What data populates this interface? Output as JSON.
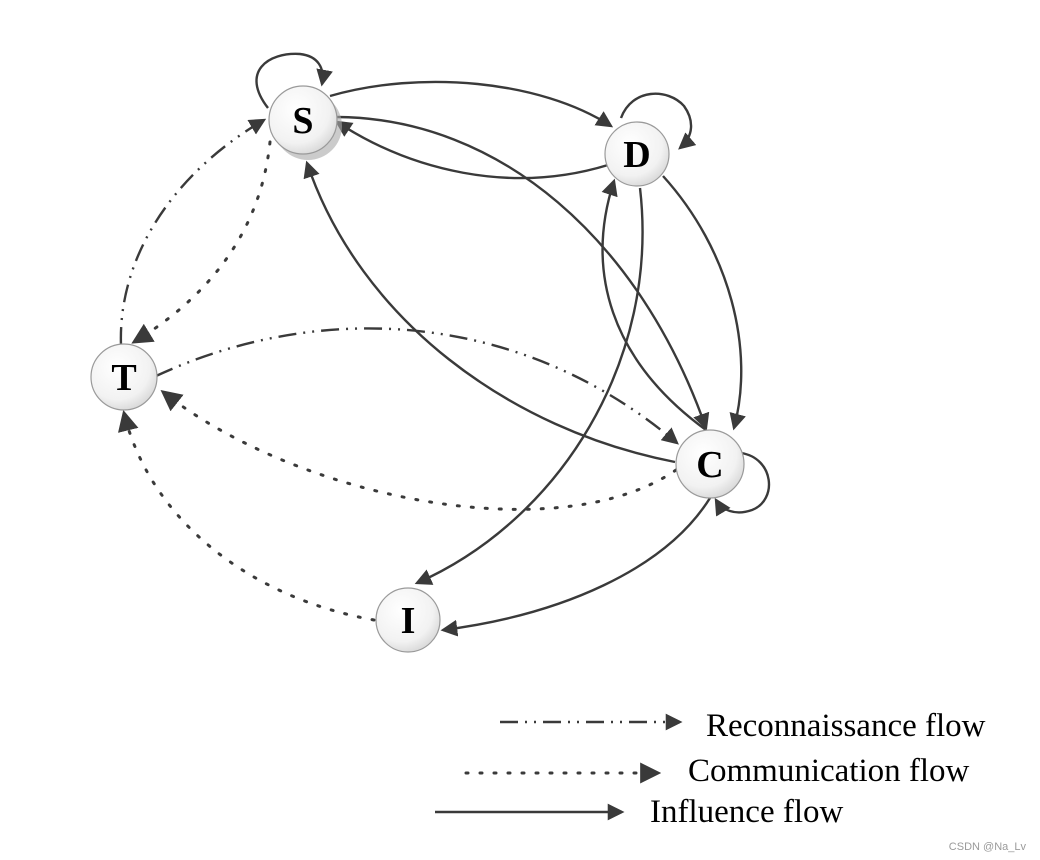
{
  "nodes": [
    {
      "id": "S",
      "label": "S"
    },
    {
      "id": "D",
      "label": "D"
    },
    {
      "id": "T",
      "label": "T"
    },
    {
      "id": "C",
      "label": "C"
    },
    {
      "id": "I",
      "label": "I"
    }
  ],
  "edges": [
    {
      "from": "S",
      "to": "D",
      "flow": "influence"
    },
    {
      "from": "D",
      "to": "S",
      "flow": "influence"
    },
    {
      "from": "S",
      "to": "C",
      "flow": "influence"
    },
    {
      "from": "C",
      "to": "S",
      "flow": "influence"
    },
    {
      "from": "D",
      "to": "C",
      "flow": "influence"
    },
    {
      "from": "C",
      "to": "D",
      "flow": "influence"
    },
    {
      "from": "D",
      "to": "I",
      "flow": "influence"
    },
    {
      "from": "C",
      "to": "I",
      "flow": "influence"
    },
    {
      "from": "S",
      "to": "S",
      "flow": "influence"
    },
    {
      "from": "D",
      "to": "D",
      "flow": "influence"
    },
    {
      "from": "C",
      "to": "C",
      "flow": "influence"
    },
    {
      "from": "T",
      "to": "S",
      "flow": "reconnaissance"
    },
    {
      "from": "S",
      "to": "T",
      "flow": "communication"
    },
    {
      "from": "T",
      "to": "C",
      "flow": "reconnaissance"
    },
    {
      "from": "C",
      "to": "T",
      "flow": "communication"
    },
    {
      "from": "I",
      "to": "T",
      "flow": "communication"
    }
  ],
  "legend": [
    {
      "flow": "reconnaissance",
      "label": "Reconnaissance flow"
    },
    {
      "flow": "communication",
      "label": "Communication flow"
    },
    {
      "flow": "influence",
      "label": "Influence flow"
    }
  ],
  "watermark": "CSDN @Na_Lv"
}
